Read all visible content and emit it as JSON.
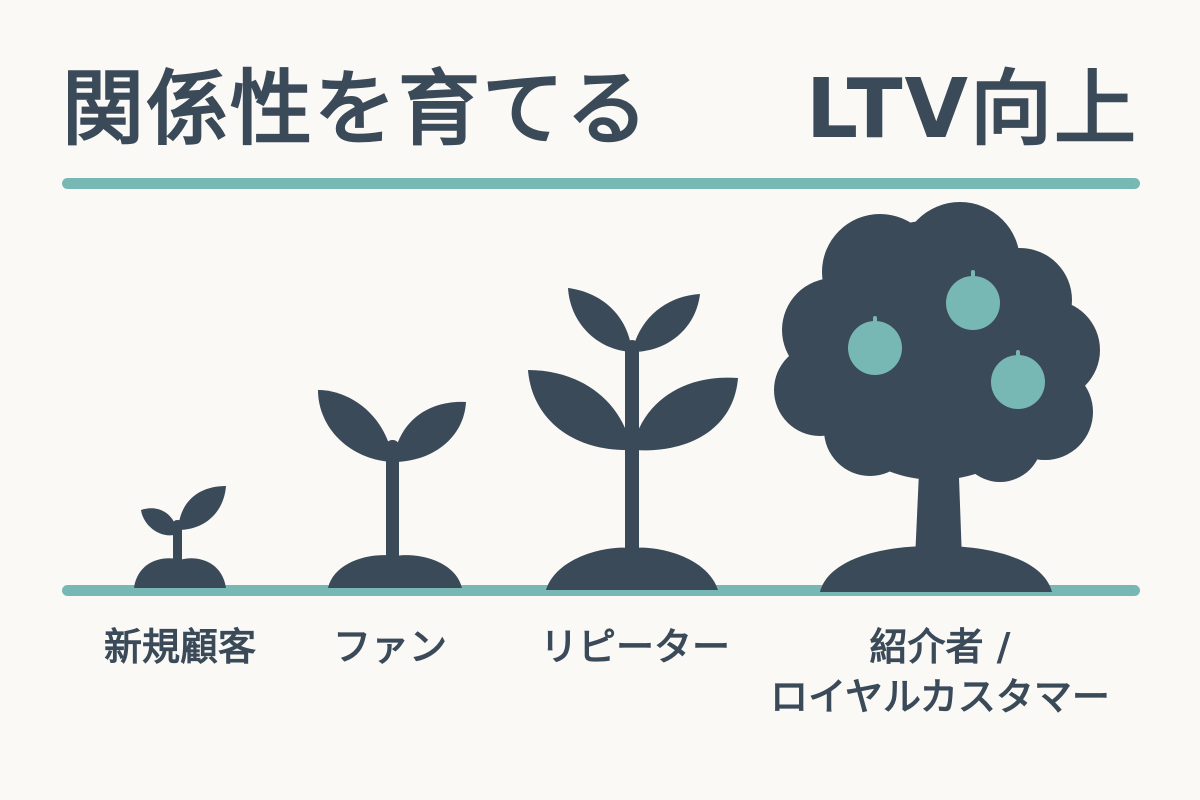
{
  "header": {
    "title_left": "関係性を育てる",
    "title_right": "LTV向上"
  },
  "colors": {
    "primary": "#3b4a58",
    "accent": "#78b8b4",
    "background": "#faf9f6"
  },
  "stages": [
    {
      "label": "新規顧客",
      "icon": "sprout-icon"
    },
    {
      "label": "ファン",
      "icon": "seedling-icon"
    },
    {
      "label": "リピーター",
      "icon": "young-plant-icon"
    },
    {
      "label": "紹介者 /\nロイヤルカスタマー",
      "icon": "fruit-tree-icon"
    }
  ]
}
